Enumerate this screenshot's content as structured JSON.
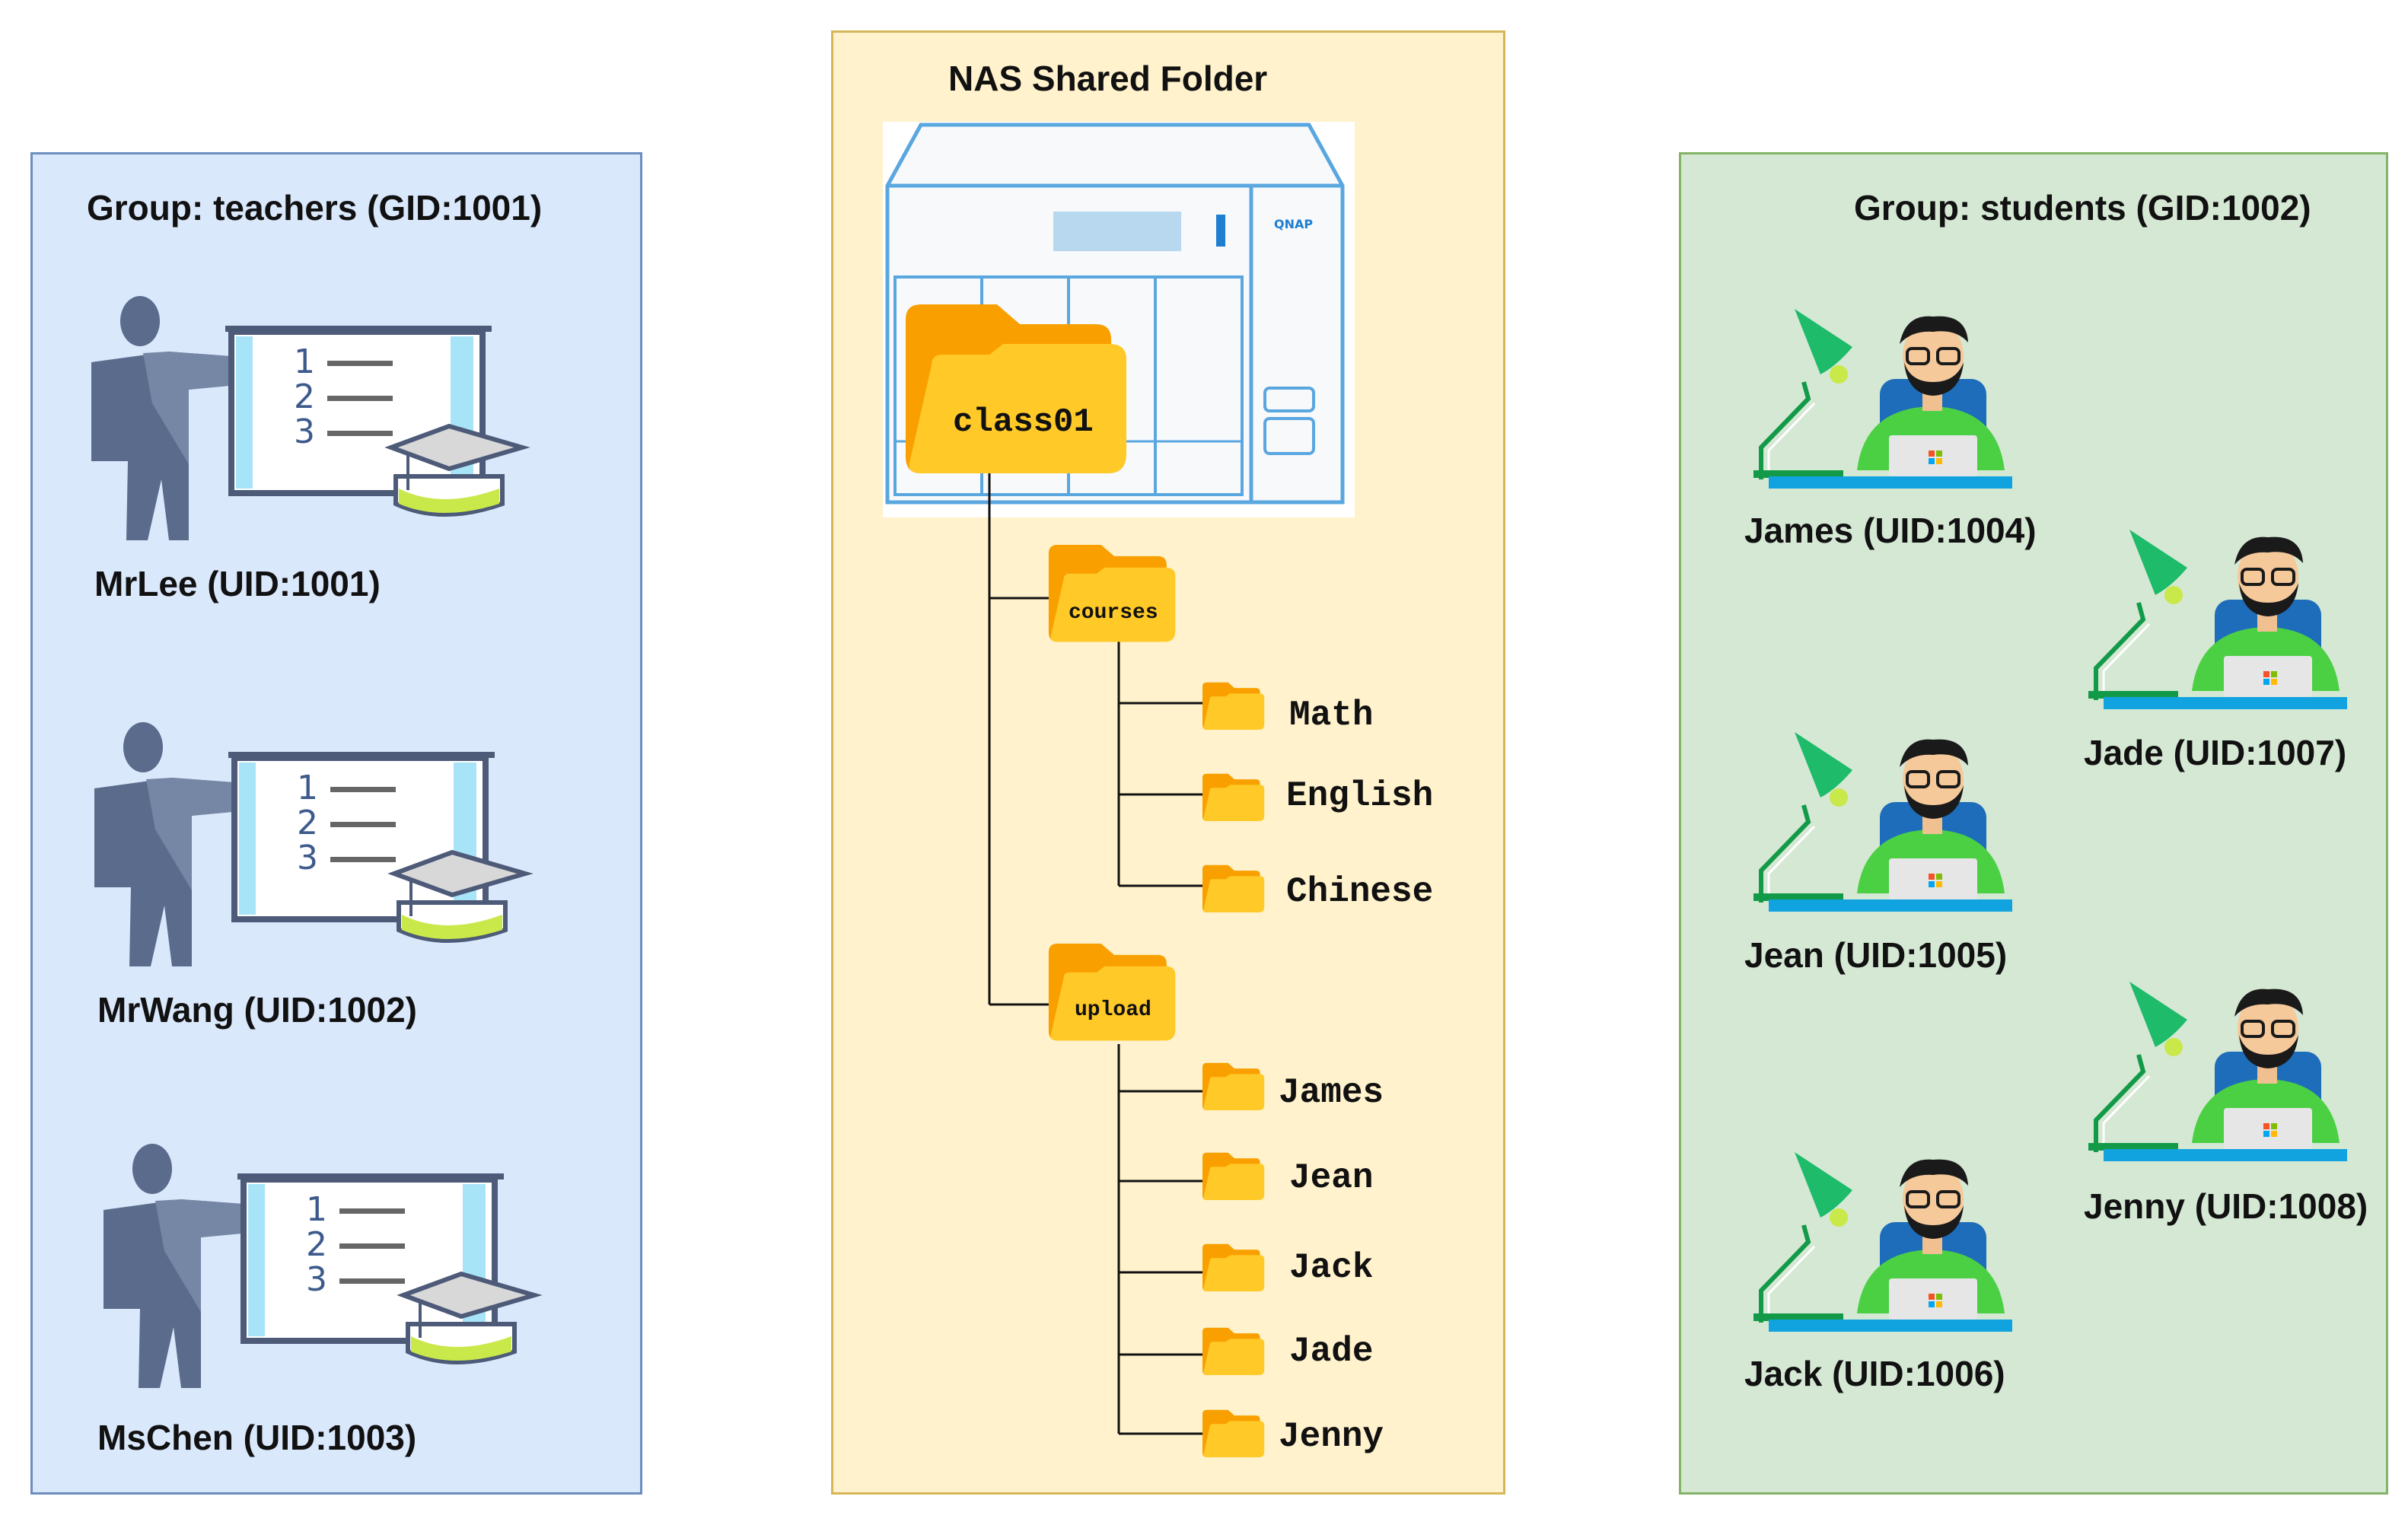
{
  "teachers": {
    "title": "Group: teachers (GID:1001)",
    "members": [
      "MrLee (UID:1001)",
      "MrWang (UID:1002)",
      "MsChen (UID:1003)"
    ]
  },
  "nas": {
    "title": "NAS Shared Folder",
    "brand": "QNAP",
    "root": "class01",
    "courses": {
      "name": "courses",
      "children": [
        "Math",
        "English",
        "Chinese"
      ]
    },
    "upload": {
      "name": "upload",
      "children": [
        "James",
        "Jean",
        "Jack",
        "Jade",
        "Jenny"
      ]
    }
  },
  "students": {
    "title": "Group: students (GID:1002)",
    "members": [
      "James (UID:1004)",
      "Jade (UID:1007)",
      "Jean (UID:1005)",
      "Jenny (UID:1008)",
      "Jack (UID:1006)"
    ]
  },
  "colors": {
    "teachers_bg": "#dae8fc",
    "teachers_border": "#6c8ebf",
    "nas_bg": "#fff2cc",
    "nas_border": "#d6b656",
    "students_bg": "#d5e8d4",
    "students_border": "#82b366",
    "folder_back": "#f9a000",
    "folder_front": "#ffc928"
  }
}
